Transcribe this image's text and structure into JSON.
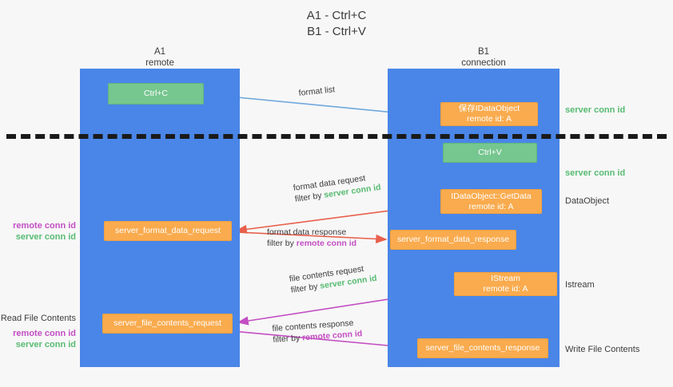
{
  "title": {
    "line1": "A1 - Ctrl+C",
    "line2": "B1 - Ctrl+V"
  },
  "colors": {
    "lane": "#4a86e8",
    "box_green": "#76c68f",
    "box_orange": "#f9ab4e",
    "server_conn_id": "#57bb72",
    "remote_conn_id": "#c34ec3",
    "arrow_blue": "#6fa8dc",
    "arrow_red": "#e8604c",
    "arrow_magenta": "#c34ec3",
    "arrow_black": "#1a1a1a",
    "background": "#f7f7f7"
  },
  "lanes": [
    {
      "name": "A1",
      "sub": "remote"
    },
    {
      "name": "B1",
      "sub": "connection"
    }
  ],
  "boxes": {
    "ctrl_c": {
      "line1": "Ctrl+C"
    },
    "ctrl_v": {
      "line1": "Ctrl+V"
    },
    "idataobject": {
      "line1": "保存IDataObject",
      "line2": "remote id: A"
    },
    "getdata": {
      "line1": "IDataObject::GetData",
      "line2": "remote id: A"
    },
    "istream": {
      "line1": "IStream",
      "line2": "remote id: A"
    },
    "format_data_request": {
      "line1": "server_format_data_request"
    },
    "format_data_response": {
      "line1": "server_format_data_response"
    },
    "file_contents_request": {
      "line1": "server_file_contents_request"
    },
    "file_contents_response": {
      "line1": "server_file_contents_response"
    }
  },
  "right_labels": {
    "server_conn_id_1": "server conn id",
    "server_conn_id_2": "server conn id",
    "dataobject": "DataObject",
    "istream": "Istream",
    "write_file_contents": "Write File Contents"
  },
  "left_labels": {
    "remote_conn_id_1": "remote conn id",
    "server_conn_id_1": "server conn id",
    "read_file_contents": "Read File Contents",
    "remote_conn_id_2": "remote conn id",
    "server_conn_id_2": "server conn id"
  },
  "edge_labels": {
    "format_list": "format list",
    "format_data_request": "format data request",
    "format_data_request_filter_prefix": "filter by ",
    "format_data_request_filter_id": "server conn id",
    "format_data_response": "format data response",
    "format_data_response_filter_prefix": "filter by ",
    "format_data_response_filter_id": "remote conn id",
    "file_contents_request": "file contents request",
    "file_contents_request_filter_prefix": "filter by ",
    "file_contents_request_filter_id": "server conn id",
    "file_contents_response": "file contents response",
    "file_contents_response_filter_prefix": "filter by ",
    "file_contents_response_filter_id": "remote conn id"
  }
}
